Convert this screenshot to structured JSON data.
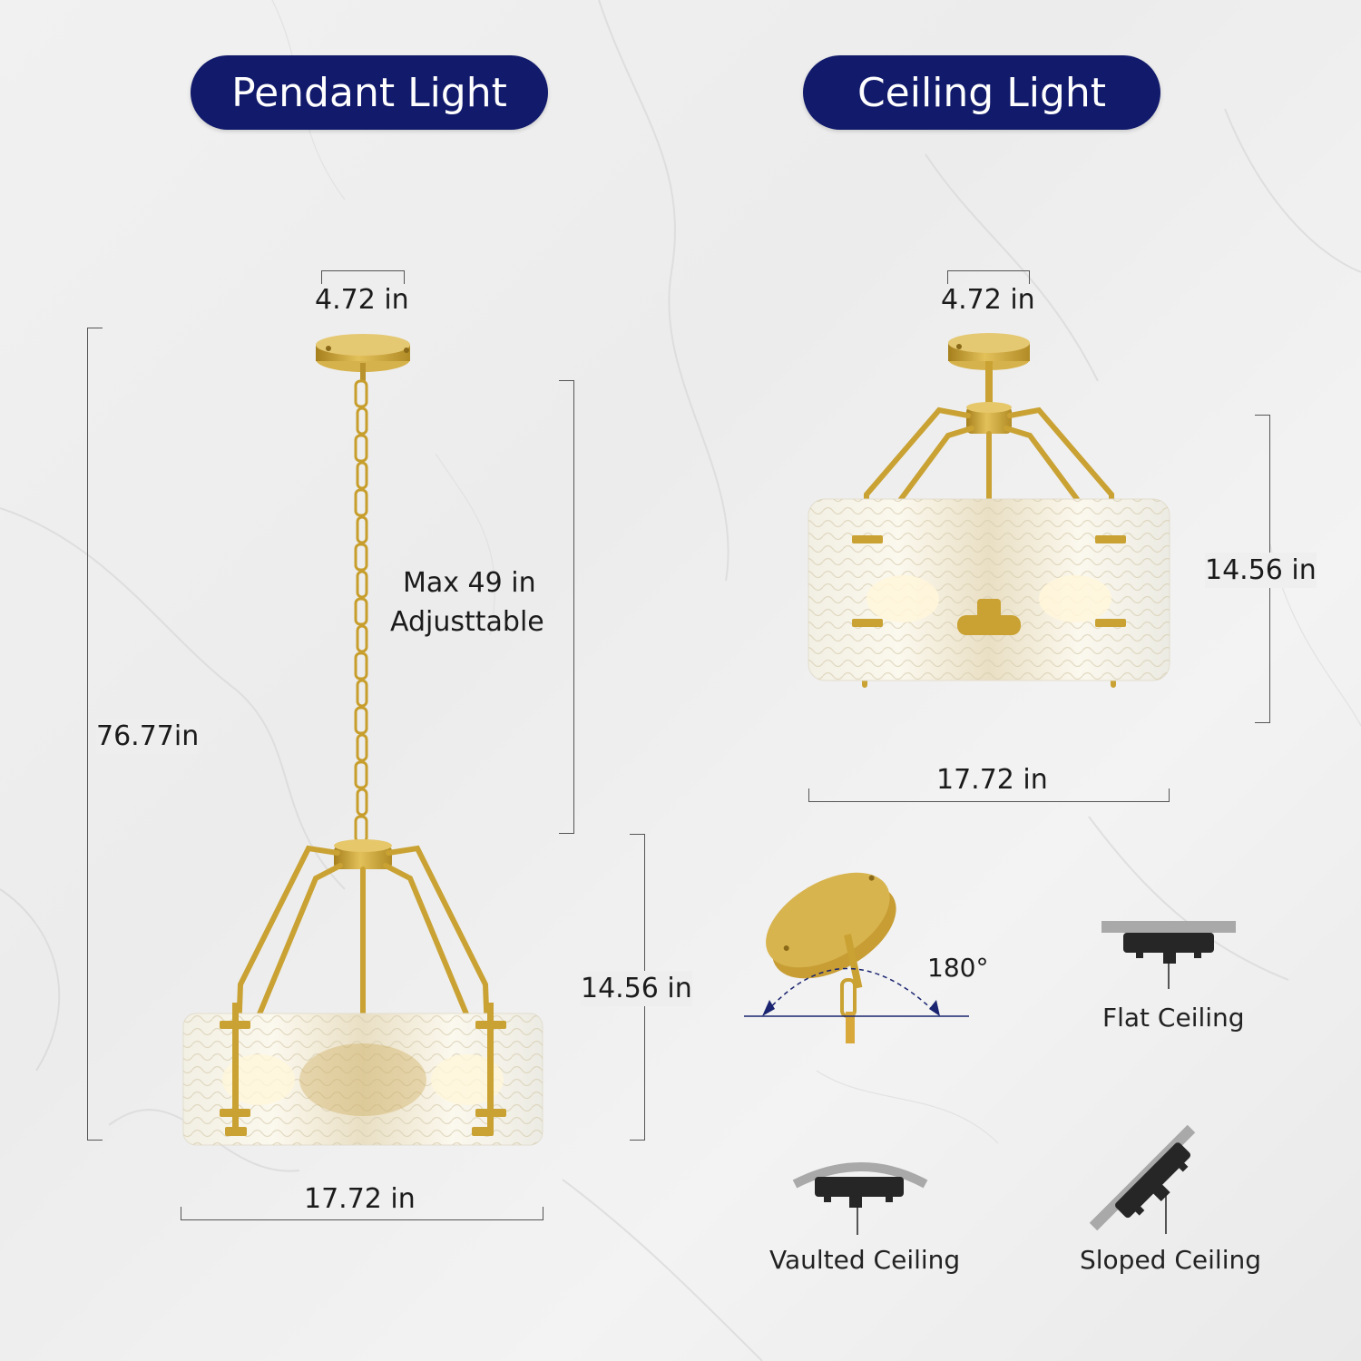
{
  "headers": {
    "pendant": "Pendant Light",
    "ceiling": "Ceiling Light"
  },
  "colors": {
    "pill_bg": "#111a6b",
    "pill_text": "#ffffff",
    "brass": "#c9a233",
    "dim_line": "#555555",
    "ceiling_gray": "#a9a9a9",
    "mount_black": "#262626",
    "arrow_navy": "#1a2470"
  },
  "pendant": {
    "canopy_width": "4.72 in",
    "total_height": "76.77in",
    "chain_label_line1": "Max  49 in",
    "chain_label_line2": "Adjusttable",
    "body_height": "14.56 in",
    "body_width": "17.72 in"
  },
  "ceiling": {
    "canopy_width": "4.72 in",
    "body_height": "14.56 in",
    "body_width": "17.72 in"
  },
  "canopy_detail": {
    "rotation": "180°"
  },
  "mount_types": [
    {
      "label": "Flat Ceiling",
      "icon": "flat-ceiling-icon"
    },
    {
      "label": "Vaulted Ceiling",
      "icon": "vaulted-ceiling-icon"
    },
    {
      "label": "Sloped Ceiling",
      "icon": "sloped-ceiling-icon"
    }
  ]
}
